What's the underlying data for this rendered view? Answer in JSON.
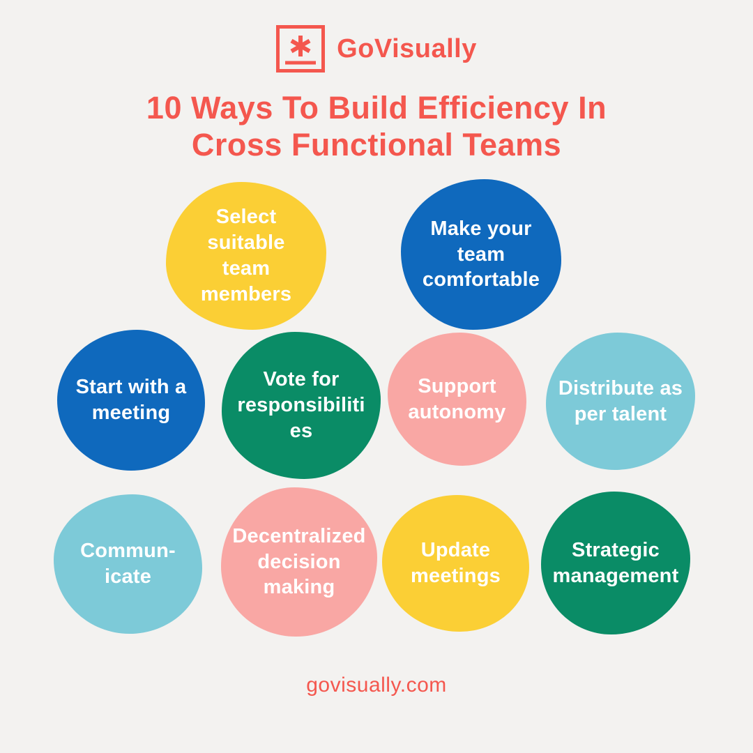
{
  "page": {
    "background": "#F3F2F0",
    "accent": "#F4574E"
  },
  "header": {
    "brand": "GoVisually",
    "logo_icon": "asterisk-in-square-icon",
    "title": "10 Ways To Build Efficiency In\nCross Functional Teams"
  },
  "bubbles": [
    {
      "label": "Select\nsuitable\nteam\nmembers",
      "color": "#FBCF35",
      "text_color": "#FFFFFF"
    },
    {
      "label": "Make your\nteam\ncomfortable",
      "color": "#0F69BD",
      "text_color": "#FFFFFF"
    },
    {
      "label": "Start with a\nmeeting",
      "color": "#0F69BD",
      "text_color": "#FFFFFF"
    },
    {
      "label": "Vote for\nresponsibiliti\nes",
      "color": "#0A8C66",
      "text_color": "#FFFFFF"
    },
    {
      "label": "Support\nautonomy",
      "color": "#F9A7A4",
      "text_color": "#FFFFFF"
    },
    {
      "label": "Distribute as\nper talent",
      "color": "#7DCAD8",
      "text_color": "#FFFFFF"
    },
    {
      "label": "Commun-\nicate",
      "color": "#7DCAD8",
      "text_color": "#FFFFFF"
    },
    {
      "label": "Decentralized\ndecision\nmaking",
      "color": "#F9A7A4",
      "text_color": "#FFFFFF"
    },
    {
      "label": "Update\nmeetings",
      "color": "#FBCF35",
      "text_color": "#FFFFFF"
    },
    {
      "label": "Strategic\nmanagement",
      "color": "#0A8C66",
      "text_color": "#FFFFFF"
    }
  ],
  "footer": {
    "url": "govisually.com"
  }
}
